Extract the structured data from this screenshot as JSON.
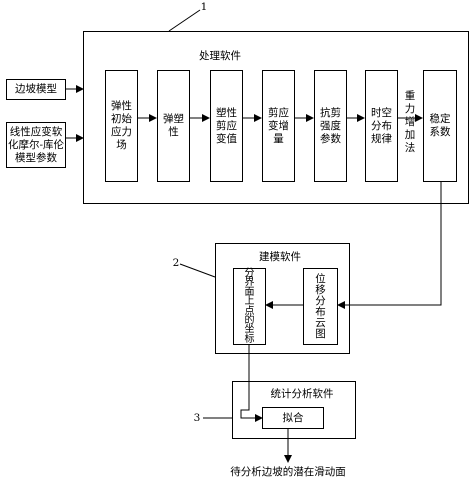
{
  "inputs": {
    "slope_model": "边坡模型",
    "params": "线性应变软\n化摩尔-库伦\n模型参数"
  },
  "processing": {
    "title": "处理软件",
    "marker": "1",
    "steps": [
      "弹性\n初始\n应力\n场",
      "弹塑\n性",
      "塑性\n剪应\n变值",
      "剪应\n变增\n量",
      "抗剪\n强度\n参数",
      "时空\n分布\n规律",
      "重\n力\n增\n加\n法",
      "稳定\n系数"
    ]
  },
  "modeling": {
    "title": "建模软件",
    "marker": "2",
    "coords": "分\n界\n面\n上\n点\n的\n坐\n标",
    "contour": "位\n移\n分\n布\n云\n图"
  },
  "stats": {
    "title": "统计分析软件",
    "marker": "3",
    "fit": "拟合"
  },
  "output": "待分析边坡的潜在滑动面"
}
